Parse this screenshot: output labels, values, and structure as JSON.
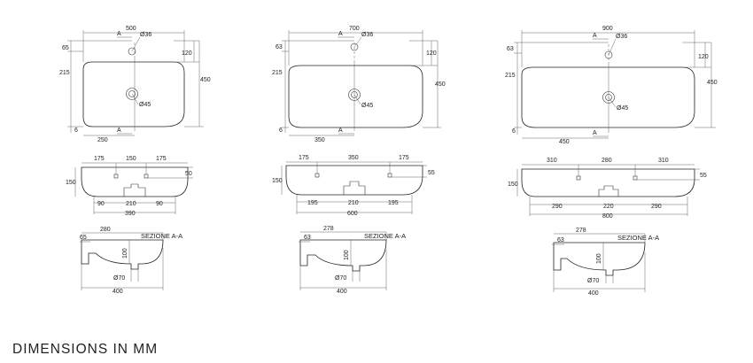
{
  "footer": {
    "title": "DIMENSIONS IN MM"
  },
  "labels": {
    "section_a": "A",
    "section_view": "SEZIONE A-A"
  },
  "basin_500": {
    "top": {
      "width": "500",
      "depth": "450",
      "tap_hole": "Ø36",
      "drain": "Ø45",
      "tap_offset": "65",
      "rear_band": "120",
      "drain_depth": "215",
      "corner": "6",
      "half_width": "250"
    },
    "front": {
      "hole_left": "175",
      "hole_mid": "150",
      "hole_right": "175",
      "height": "150",
      "hole_height": "50",
      "bracket_left": "90",
      "bracket_mid": "210",
      "bracket_right": "90",
      "overall": "390"
    },
    "section": {
      "depth": "280",
      "rim": "65",
      "bowl": "100",
      "waste": "Ø70",
      "overall": "400"
    }
  },
  "basin_700": {
    "top": {
      "width": "700",
      "depth": "450",
      "tap_hole": "Ø36",
      "drain": "Ø45",
      "tap_offset": "63",
      "rear_band": "120",
      "drain_depth": "215",
      "corner": "6",
      "half_width": "350"
    },
    "front": {
      "hole_left": "175",
      "hole_mid": "350",
      "hole_right": "175",
      "height": "150",
      "hole_height": "55",
      "bracket_left": "195",
      "bracket_mid": "210",
      "bracket_right": "195",
      "overall": "600"
    },
    "section": {
      "depth": "278",
      "rim": "63",
      "bowl": "100",
      "waste": "Ø70",
      "overall": "400"
    }
  },
  "basin_900": {
    "top": {
      "width": "900",
      "depth": "450",
      "tap_hole": "Ø36",
      "drain": "Ø45",
      "tap_offset": "63",
      "rear_band": "120",
      "drain_depth": "215",
      "corner": "6",
      "half_width": "450"
    },
    "front": {
      "hole_left": "310",
      "hole_mid": "280",
      "hole_right": "310",
      "height": "150",
      "hole_height": "55",
      "bracket_left": "290",
      "bracket_mid": "220",
      "bracket_right": "290",
      "overall": "800"
    },
    "section": {
      "depth": "278",
      "rim": "63",
      "bowl": "100",
      "waste": "Ø70",
      "overall": "400"
    }
  }
}
